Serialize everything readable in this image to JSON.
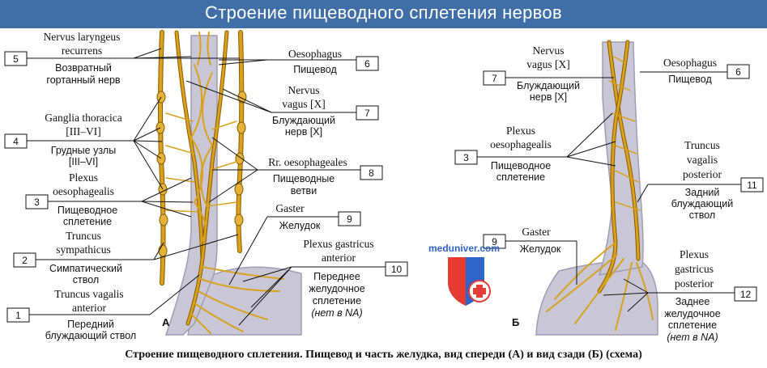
{
  "banner": {
    "title": "Строение пищеводного сплетения нервов"
  },
  "caption": "Строение пищеводного сплетения. Пищевод и часть желудка, вид спереди (А) и вид сзади (Б) (схема)",
  "watermark": "meduniver.com",
  "panels": {
    "a": "A",
    "b": "Б"
  },
  "left_labels": [
    {
      "num": "5",
      "lat": [
        "Nervus laryngeus",
        "recurrens"
      ],
      "ru": [
        "Возвратный",
        "гортанный нерв"
      ]
    },
    {
      "num": "4",
      "lat": [
        "Ganglia thoracica",
        "[III–VI]"
      ],
      "ru": [
        "Грудные узлы",
        "[III–VI]"
      ]
    },
    {
      "num": "3",
      "lat": [
        "Plexus",
        "oesophagealis"
      ],
      "ru": [
        "Пищеводное",
        "сплетение"
      ]
    },
    {
      "num": "2",
      "lat": [
        "Truncus",
        "sympathicus"
      ],
      "ru": [
        "Симпатический",
        "ствол"
      ]
    },
    {
      "num": "1",
      "lat": [
        "Truncus vagalis",
        "anterior"
      ],
      "ru": [
        "Передний",
        "блуждающий ствол"
      ]
    }
  ],
  "mid_labels": [
    {
      "num": "6",
      "lat": [
        "Oesophagus"
      ],
      "ru": [
        "Пищевод"
      ]
    },
    {
      "num": "7",
      "lat": [
        "Nervus",
        "vagus [X]"
      ],
      "ru": [
        "Блуждающий",
        "нерв [X]"
      ]
    },
    {
      "num": "8",
      "lat": [
        "Rr. oesophageales"
      ],
      "ru": [
        "Пищеводные",
        "ветви"
      ]
    },
    {
      "num": "9",
      "lat": [
        "Gaster"
      ],
      "ru": [
        "Желудок"
      ]
    },
    {
      "num": "10",
      "lat": [
        "Plexus gastricus",
        "anterior"
      ],
      "ru": [
        "Переднее",
        "желудочное",
        "сплетение"
      ],
      "note": "(нет в NA)"
    }
  ],
  "right_labels": [
    {
      "num": "7",
      "lat": [
        "Nervus",
        "vagus [X]"
      ],
      "ru": [
        "Блуждающий",
        "нерв [X]"
      ]
    },
    {
      "num": "3",
      "lat": [
        "Plexus",
        "oesophagealis"
      ],
      "ru": [
        "Пищеводное",
        "сплетение"
      ]
    },
    {
      "num": "9",
      "lat": [
        "Gaster"
      ],
      "ru": [
        "Желудок"
      ]
    },
    {
      "num": "6",
      "lat": [
        "Oesophagus"
      ],
      "ru": [
        "Пищевод"
      ]
    },
    {
      "num": "11",
      "lat": [
        "Truncus",
        "vagalis",
        "posterior"
      ],
      "ru": [
        "Задний",
        "блуждающий",
        "ствол"
      ]
    },
    {
      "num": "12",
      "lat": [
        "Plexus",
        "gastricus",
        "posterior"
      ],
      "ru": [
        "Заднее",
        "желудочное",
        "сплетение"
      ],
      "note": "(нет в NA)"
    }
  ],
  "colors": {
    "banner": "#3f6fa6",
    "organ": "#c9c7d6",
    "organ_dark": "#9f9cb4",
    "nerve": "#d9a21c",
    "nerve_outline": "#8a5a00"
  }
}
